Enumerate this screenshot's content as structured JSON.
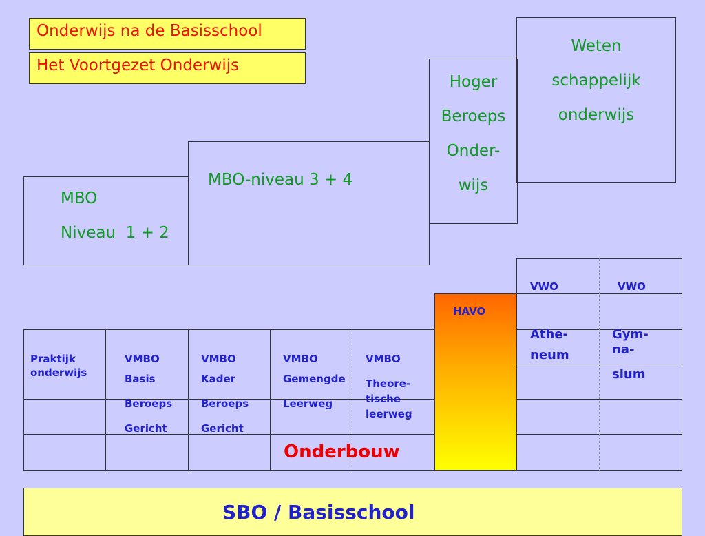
{
  "headers": {
    "title_1": "Onderwijs na de Basisschool",
    "title_2": "Het Voortgezet Onderwijs"
  },
  "upper_levels": {
    "wo": [
      "Weten",
      "schappelijk",
      "onderwijs"
    ],
    "hbo": [
      "Hoger",
      "Beroeps",
      "Onder-",
      "wijs"
    ],
    "mbo_34": "MBO-niveau 3 + 4",
    "mbo_12": [
      "MBO",
      "Niveau  1 + 2"
    ]
  },
  "columns": {
    "praktijk": [
      "Praktijk",
      "onderwijs"
    ],
    "vmbo_basis": [
      "VMBO",
      "Basis",
      "Beroeps",
      "Gericht"
    ],
    "vmbo_kader": [
      "VMBO",
      "Kader",
      "Beroeps",
      "Gericht"
    ],
    "vmbo_gemengde": [
      "VMBO",
      "Gemengde",
      "Leerweg"
    ],
    "vmbo_theoretisch": [
      "VMBO",
      "Theore-",
      "tische",
      "leerweg"
    ],
    "havo": "HAVO",
    "vwo_1": [
      "VWO",
      "Athe-",
      "neum"
    ],
    "vwo_2": [
      "VWO",
      "Gym-",
      "na-",
      "sium"
    ]
  },
  "onderbouw": "Onderbouw",
  "foundation": "SBO / Basisschool",
  "colors": {
    "background": "#ccccff",
    "title_box": "#ffff66",
    "title_text": "#ee1100",
    "upper_text": "#119922",
    "school_text": "#2222cc",
    "onderbouw_text": "#ee0000",
    "havo_top": "#ff6600",
    "havo_bottom": "#ffff00",
    "foundation_box": "#ffff99"
  }
}
